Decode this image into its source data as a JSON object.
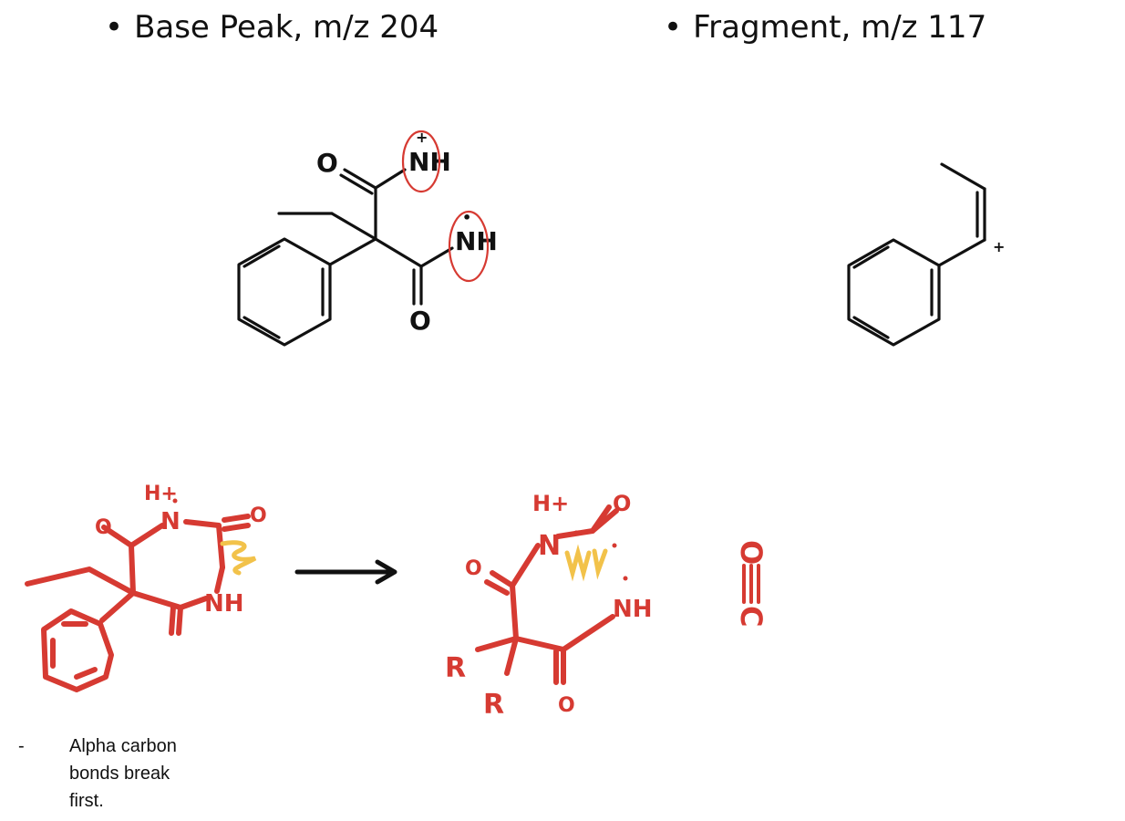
{
  "headings": {
    "base_peak": "Base Peak, m/z 204",
    "fragment": "Fragment, m/z 117",
    "bullet_glyph": "•"
  },
  "structure_base_peak": {
    "atom_o_top": "O",
    "atom_nh_top": "NH",
    "atom_nh_middle": "NH",
    "atom_o_bottom": "O",
    "charge_top": "+",
    "radical_dot": "•"
  },
  "structure_fragment": {
    "charge": "+"
  },
  "handwritten": {
    "atom_h_left": "H+",
    "atom_n_left": "N",
    "atom_o_top_left": "O",
    "atom_o_right_left": "O",
    "atom_nh_left": "NH",
    "atom_h_right": "H+",
    "atom_n_right": "N",
    "atom_o_top_right": "O",
    "atom_o_left_right": "O",
    "atom_nh_right": "NH",
    "atom_r1": "R",
    "atom_r2": "R",
    "atom_o_bottom_right": "O",
    "co_c": "C",
    "co_o": "O"
  },
  "note": {
    "dash": "-",
    "text": "Alpha carbon bonds break first."
  },
  "colors": {
    "ink": "#111111",
    "annotation_red": "#d63a32",
    "highlight_yellow": "#f2c24a"
  }
}
